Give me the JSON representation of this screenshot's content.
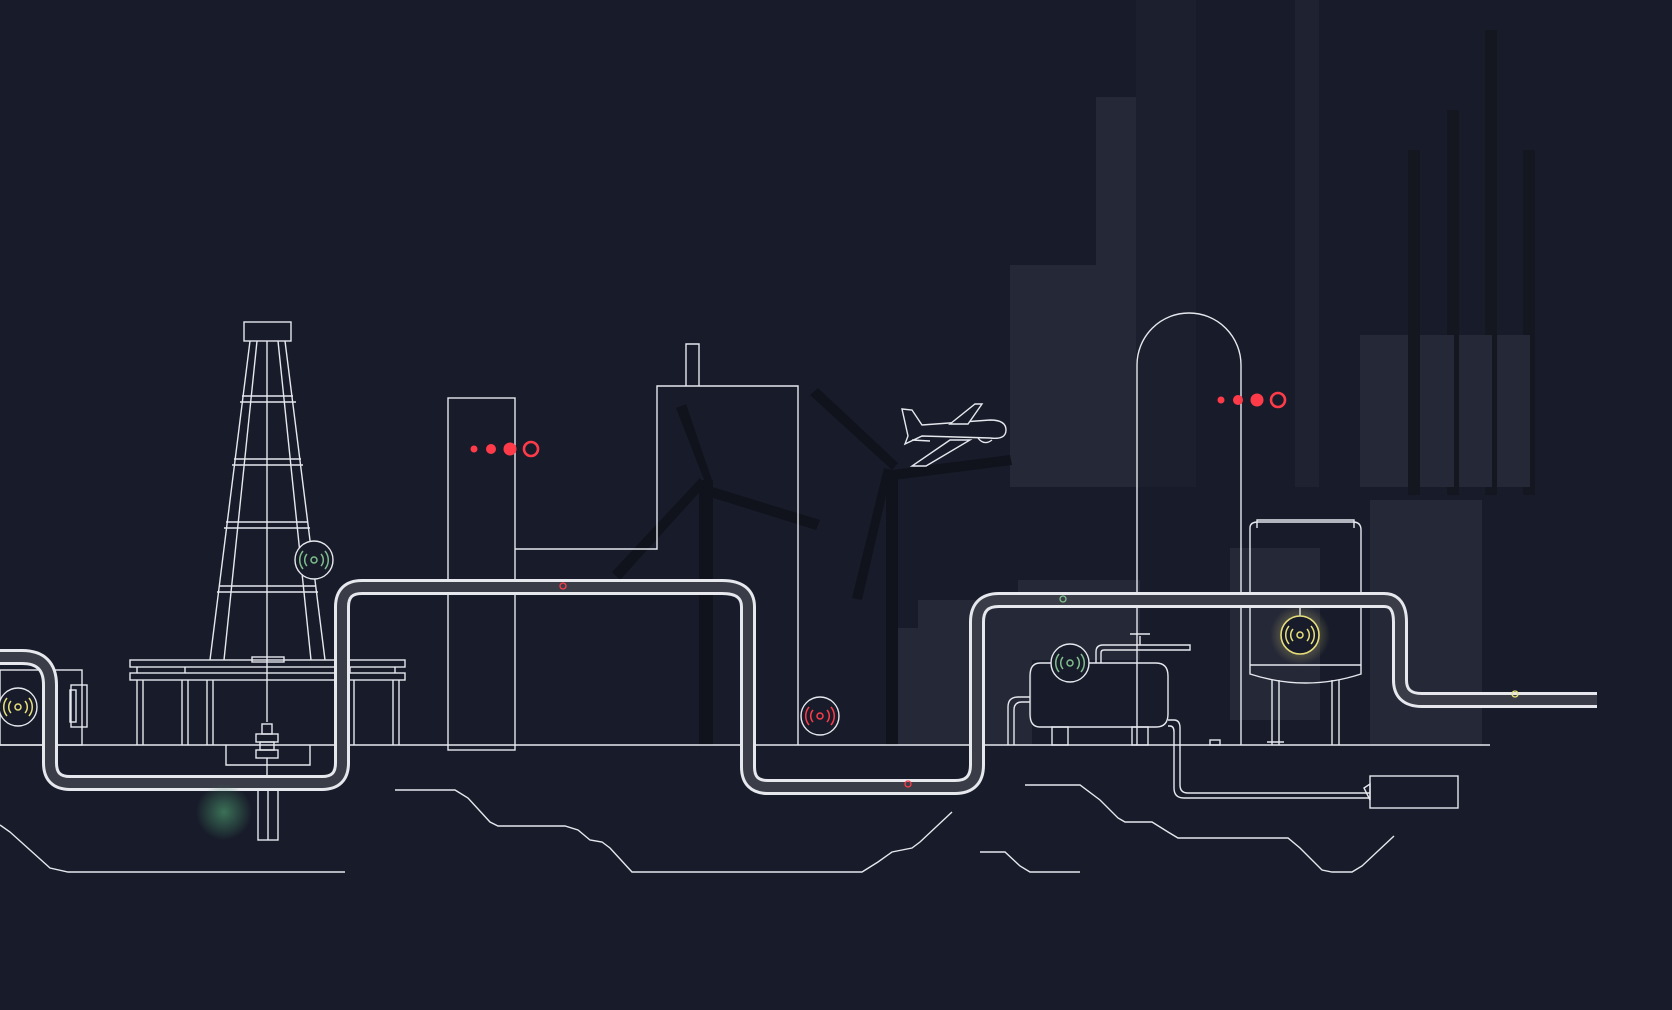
{
  "colors": {
    "background": "#181c2a",
    "silhouette": "#252837",
    "silhouette_dark": "#1c1f2d",
    "outline": "#e6e8ee",
    "pipe_fill": "#3a3d47",
    "alert_red": "#ff3b4a",
    "sensor_green": "#7fbf8c",
    "sensor_yellow": "#e8e07a",
    "glow_green": "#3f7a5c"
  },
  "icons": {
    "oil_derrick": "oil-derrick-icon",
    "drone": "drone-airplane-icon",
    "wind_turbine": "wind-turbine-icon",
    "sensor": "wireless-sensor-icon",
    "storage_tank": "storage-tank-icon",
    "status_indicator": "status-dots-icon"
  },
  "sensors": [
    {
      "id": "sensor-derrick",
      "status": "green"
    },
    {
      "id": "sensor-left-edge",
      "status": "yellow"
    },
    {
      "id": "sensor-middle",
      "status": "red"
    },
    {
      "id": "sensor-tank",
      "status": "green"
    },
    {
      "id": "sensor-vessel",
      "status": "yellow"
    }
  ],
  "alerts": [
    {
      "id": "alert-column",
      "status": "red",
      "dots": 4
    },
    {
      "id": "alert-tower",
      "status": "red",
      "dots": 4
    }
  ]
}
